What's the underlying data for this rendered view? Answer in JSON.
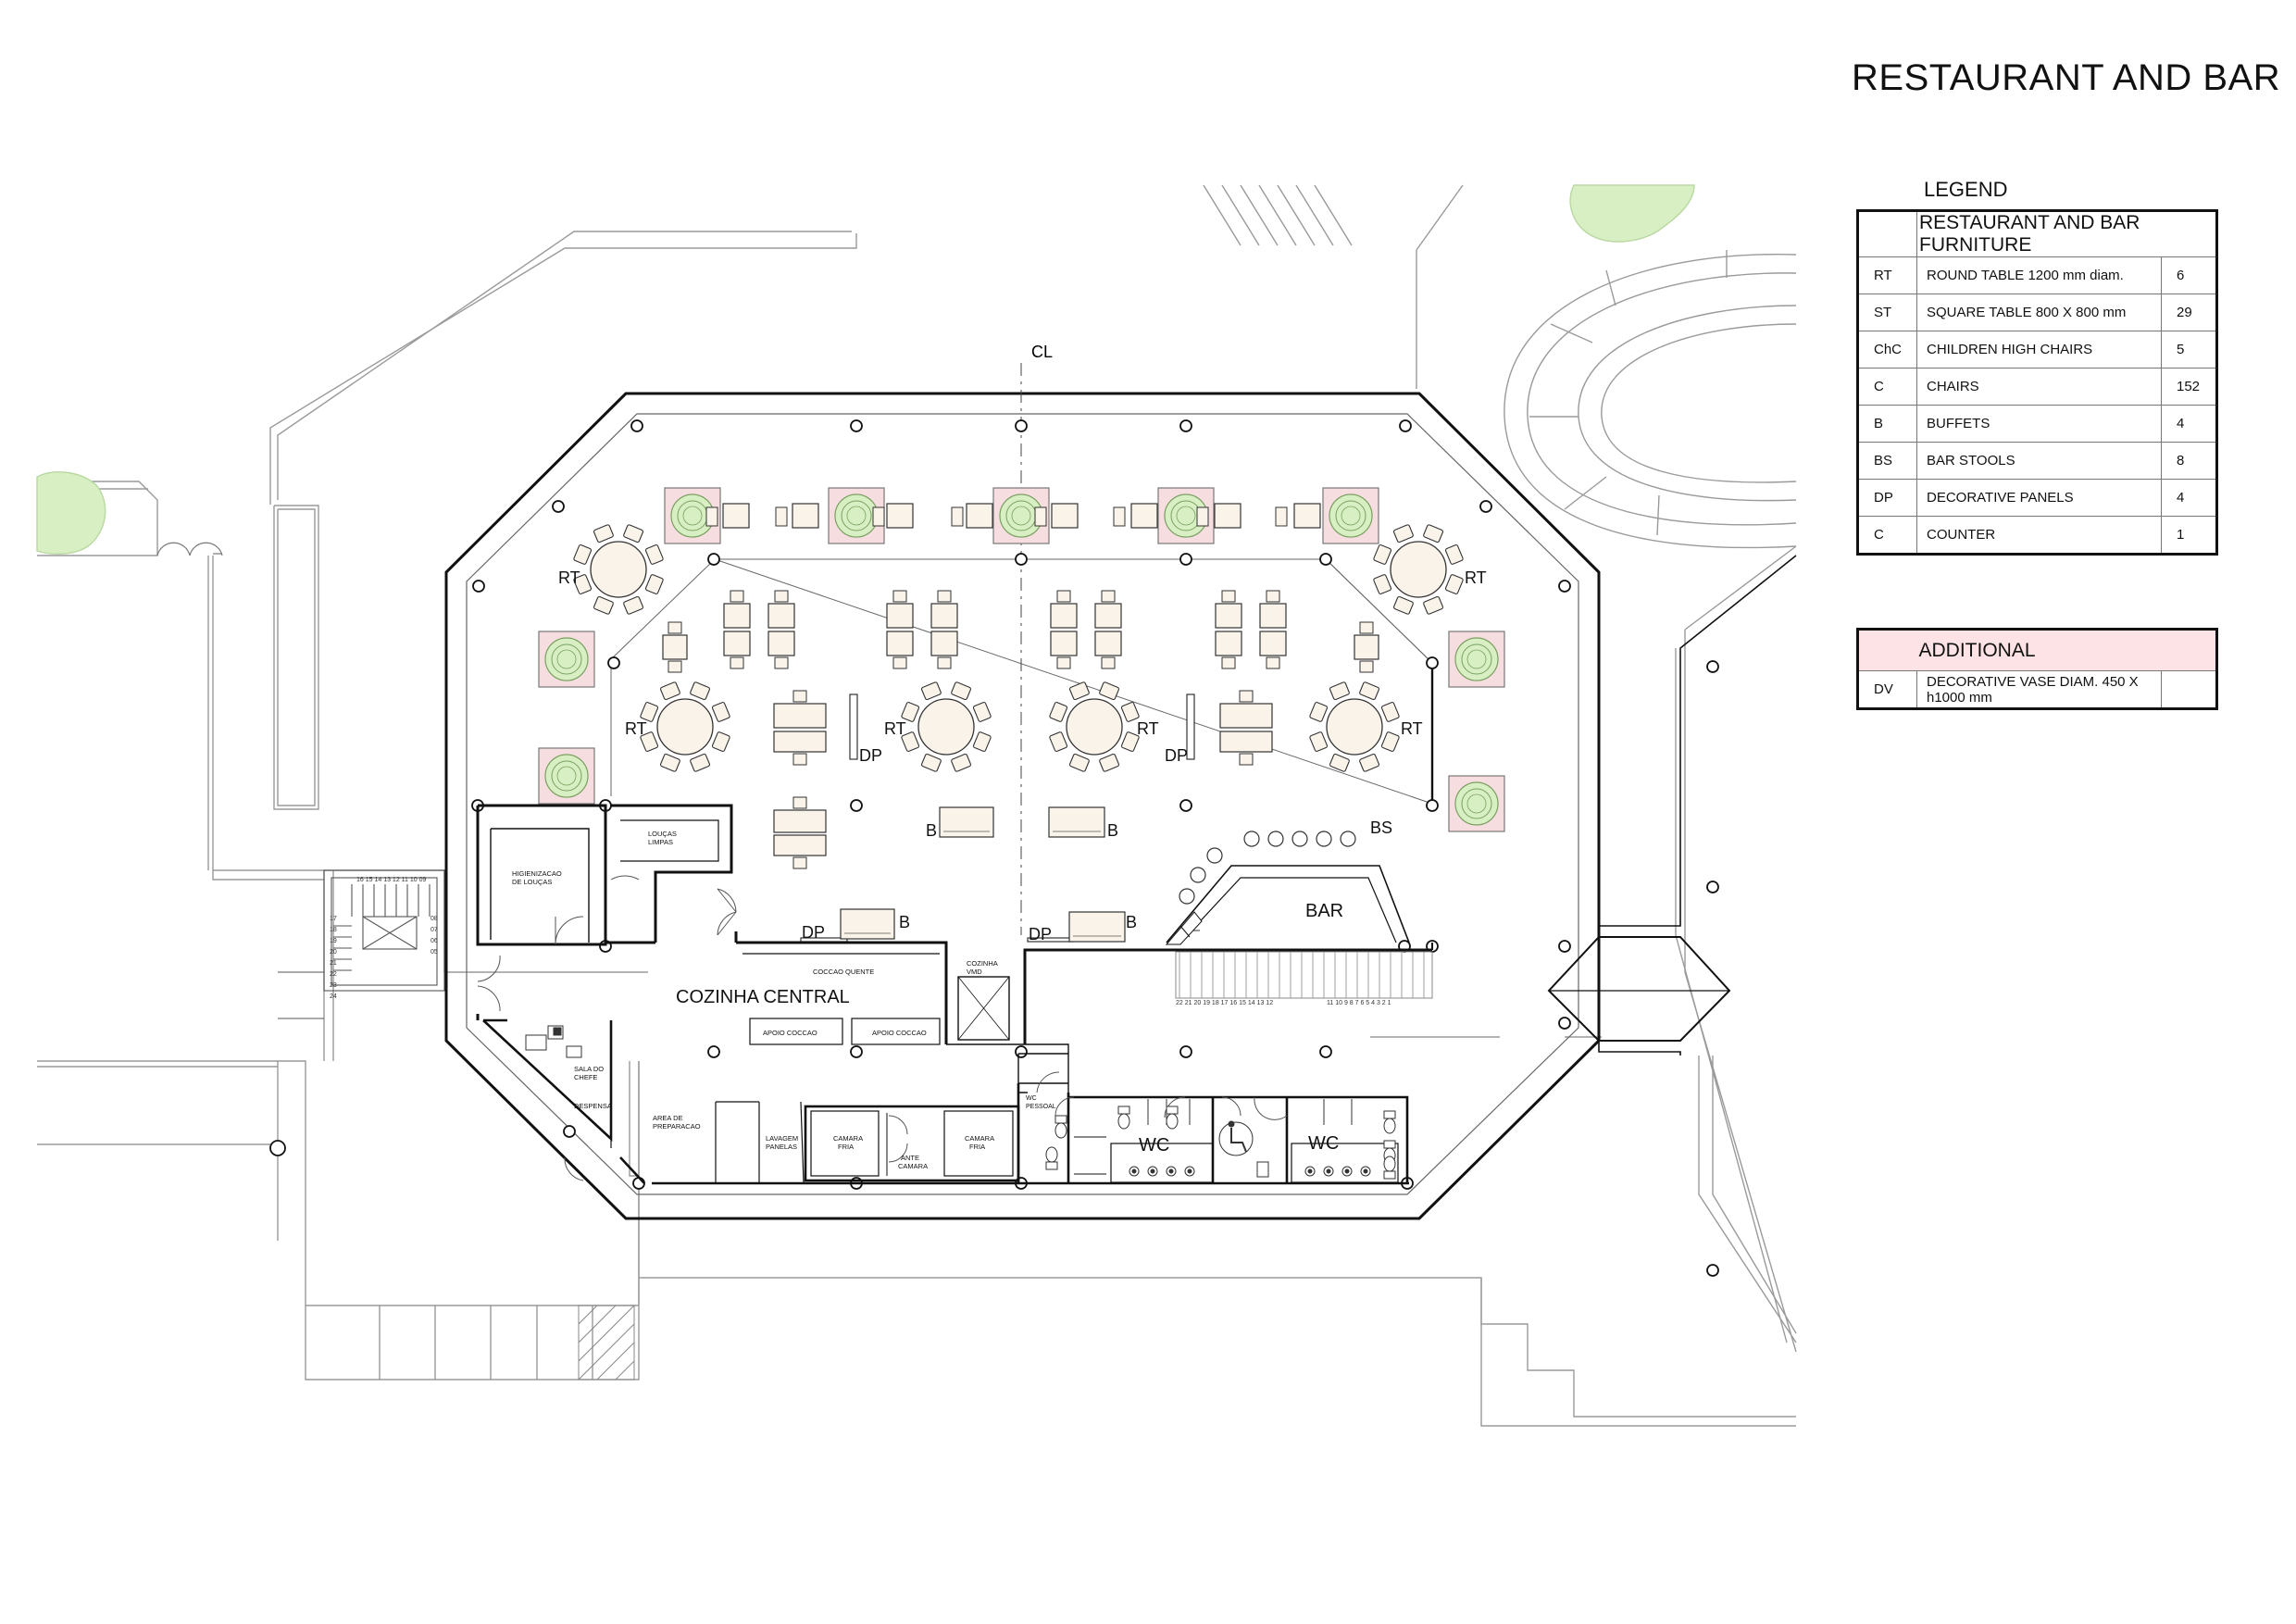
{
  "title": "RESTAURANT AND BAR",
  "legend": {
    "heading": "LEGEND",
    "furniture_title": "RESTAURANT AND BAR FURNITURE",
    "furniture": [
      {
        "code": "RT",
        "desc": "ROUND TABLE 1200 mm diam.",
        "qty": "6"
      },
      {
        "code": "ST",
        "desc": "SQUARE TABLE 800 X 800 mm",
        "qty": "29"
      },
      {
        "code": "ChC",
        "desc": "CHILDREN HIGH CHAIRS",
        "qty": "5"
      },
      {
        "code": "C",
        "desc": "CHAIRS",
        "qty": "152"
      },
      {
        "code": "B",
        "desc": "BUFFETS",
        "qty": "4"
      },
      {
        "code": "BS",
        "desc": "BAR STOOLS",
        "qty": "8"
      },
      {
        "code": "DP",
        "desc": "DECORATIVE PANELS",
        "qty": "4"
      },
      {
        "code": "C",
        "desc": "COUNTER",
        "qty": "1"
      }
    ],
    "additional_title": "ADDITIONAL",
    "additional": [
      {
        "code": "DV",
        "desc": "DECORATIVE VASE DIAM. 450 X h1000 mm",
        "qty": ""
      }
    ]
  },
  "plan": {
    "cl": "CL",
    "rt": "RT",
    "dp": "DP",
    "b": "B",
    "bs": "BS",
    "bar": "BAR",
    "wc": "WC",
    "kitchen": "COZINHA CENTRAL",
    "higienizacao": [
      "HIGIENIZACAO",
      "DE LOUÇAS"
    ],
    "loucas": [
      "LOUÇAS",
      "LIMPAS"
    ],
    "coccao_quente": "COCCAO QUENTE",
    "cozinha_vmd": [
      "COZINHA",
      "VMD"
    ],
    "apoio_coccao": "APOIO COCCAO",
    "sala_chefe": [
      "SALA DO",
      "CHEFE"
    ],
    "despensa": "DESPENSA",
    "area_preparacao": [
      "AREA DE",
      "PREPARACAO"
    ],
    "lavagem": [
      "LAVAGEM",
      "PANELAS"
    ],
    "camara_fria": [
      "CAMARA",
      "FRIA"
    ],
    "ante_camara": [
      "ANTE",
      "CAMARA"
    ],
    "wc_pessoal": [
      "WC",
      "PESSOAL"
    ],
    "stair_top": "16 15 14 13 12 11 10 09",
    "stair_left": [
      "17",
      "18",
      "19",
      "20",
      "21",
      "22",
      "23",
      "24"
    ],
    "stair_right": [
      "08",
      "07",
      "06",
      "05"
    ],
    "steps_left": "22 21 20 19 18 17 16 15 14 13 12",
    "steps_right": "11 10  9  8  7  6  5  4  3  2  1"
  },
  "colors": {
    "vase_fill": "#f5dde0",
    "planter_green": "#d8efc3",
    "table_fill": "#faf3ea",
    "tree_green": "#d8efc3",
    "additional_header": "#fde3e5"
  }
}
